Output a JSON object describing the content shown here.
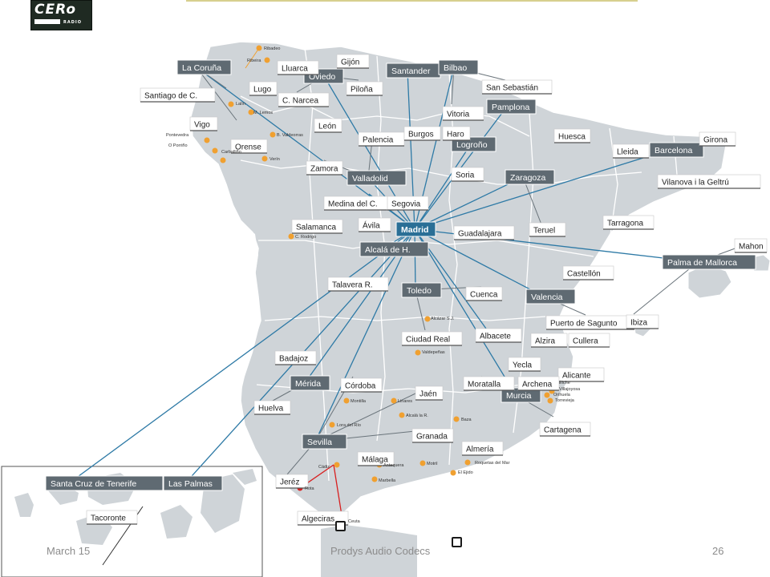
{
  "logo": {
    "text": "CERo",
    "sub": "RADIO"
  },
  "footer": {
    "date": "March 15",
    "title": "Prodys Audio Codecs",
    "page": "26"
  },
  "map": {
    "hub": "Madrid",
    "line_color": "#2e7aa6",
    "box_color": "#5f6a72",
    "hub_color": "#2a6f96",
    "land_color": "#cfd4d8",
    "dot_color": "#f0a030",
    "red_color": "#d81e1e",
    "boxed_cities": [
      "La Coruña",
      "Oviedo",
      "Santander",
      "Bilbao",
      "Pamplona",
      "Logroño",
      "Zaragoza",
      "Barcelona",
      "Valladolid",
      "Madrid",
      "Alcalá de H.",
      "Toledo",
      "Valencia",
      "Palma de Mallorca",
      "Mérida",
      "Murcia",
      "Sevilla",
      "Santa Cruz de Tenerife",
      "Las Palmas"
    ],
    "plain_cities": [
      "Gijón",
      "Lluarca",
      "Lugo",
      "Piloña",
      "C. Narcea",
      "San Sebastián",
      "Santiago de C.",
      "Vitoria",
      "León",
      "Palencia",
      "Burgos",
      "Haro",
      "Huesca",
      "Girona",
      "Vigo",
      "Orense",
      "Lleida",
      "Soria",
      "Vilanova i la Geltrú",
      "Zamora",
      "Medina del C.",
      "Segovia",
      "Guadalajara",
      "Teruel",
      "Tarragona",
      "Salamanca",
      "Ávila",
      "Mahon",
      "Castellón",
      "Talavera R.",
      "Cuenca",
      "Puerto de Sagunto",
      "Ibiza",
      "Alzira",
      "Cullera",
      "Albacete",
      "Ciudad Real",
      "Badajoz",
      "Yecla",
      "Alicante",
      "Córdoba",
      "Jaén",
      "Moratalla",
      "Archena",
      "Huelva",
      "Cartagena",
      "Granada",
      "Almería",
      "Málaga",
      "Jeréz",
      "Algeciras",
      "Tacoronte"
    ],
    "small_towns": [
      "Ribadeo",
      "Ribeira",
      "Lalín",
      "M. Lemos",
      "Pontevedra",
      "O Porriño",
      "B. Valdeorras",
      "Carballiño",
      "Verín",
      "C. Rodrigo",
      "Alcázar S.J.",
      "Valdepeñas",
      "Montilla",
      "Linares",
      "Alcalá la R.",
      "Baza",
      "Lora del Río",
      "Antequera",
      "Motril",
      "Roquetas del Mar",
      "El Ejido",
      "Marbella",
      "Cádiz",
      "Rota",
      "Ceuta",
      "Elche",
      "Villajoyosa",
      "Orihuela",
      "Torrevieja"
    ]
  }
}
